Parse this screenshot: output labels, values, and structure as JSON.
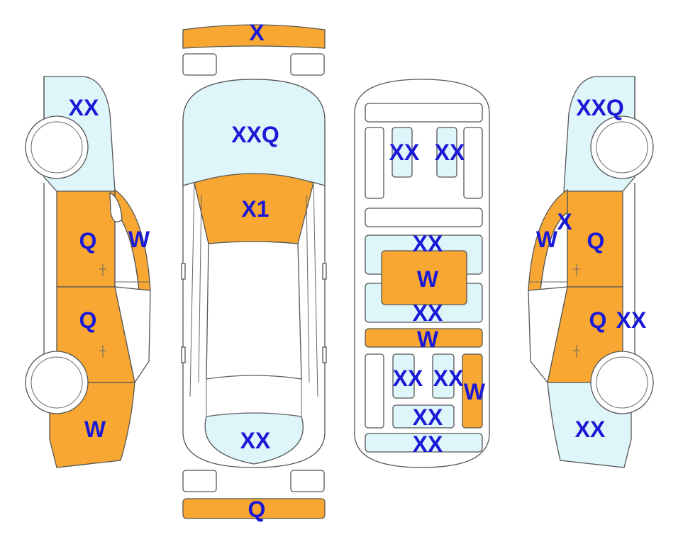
{
  "colors": {
    "damaged_panel": "#f8a832",
    "light_panel": "#def5fa",
    "outline": "#555555",
    "label": "#1a1ad6"
  },
  "labels": {
    "front_bumper": "X",
    "hood": "XXQ",
    "windshield": "X1",
    "roof": "",
    "trunk": "XX",
    "rear_bumper": "Q",
    "left_front_fender": "XX",
    "left_front_door": "Q",
    "left_a_pillar": "W",
    "left_rear_door": "Q",
    "left_rear_quarter": "W",
    "int_front_left_seat": "XX",
    "int_front_right_seat": "XX",
    "int_mid_top": "XX",
    "int_mid_center": "W",
    "int_mid_bottom": "XX",
    "int_strip": "W",
    "int_rear_left": "XX",
    "int_rear_right": "XX",
    "int_rear_side": "W",
    "int_rear_lower": "XX",
    "int_bottom": "XX",
    "right_front_fender": "XXQ",
    "right_pillar_small": "X",
    "right_a_pillar": "W",
    "right_front_door": "Q",
    "right_rear_door": "Q",
    "right_rear_door_extra": "XX",
    "right_rear_quarter": "XX"
  }
}
